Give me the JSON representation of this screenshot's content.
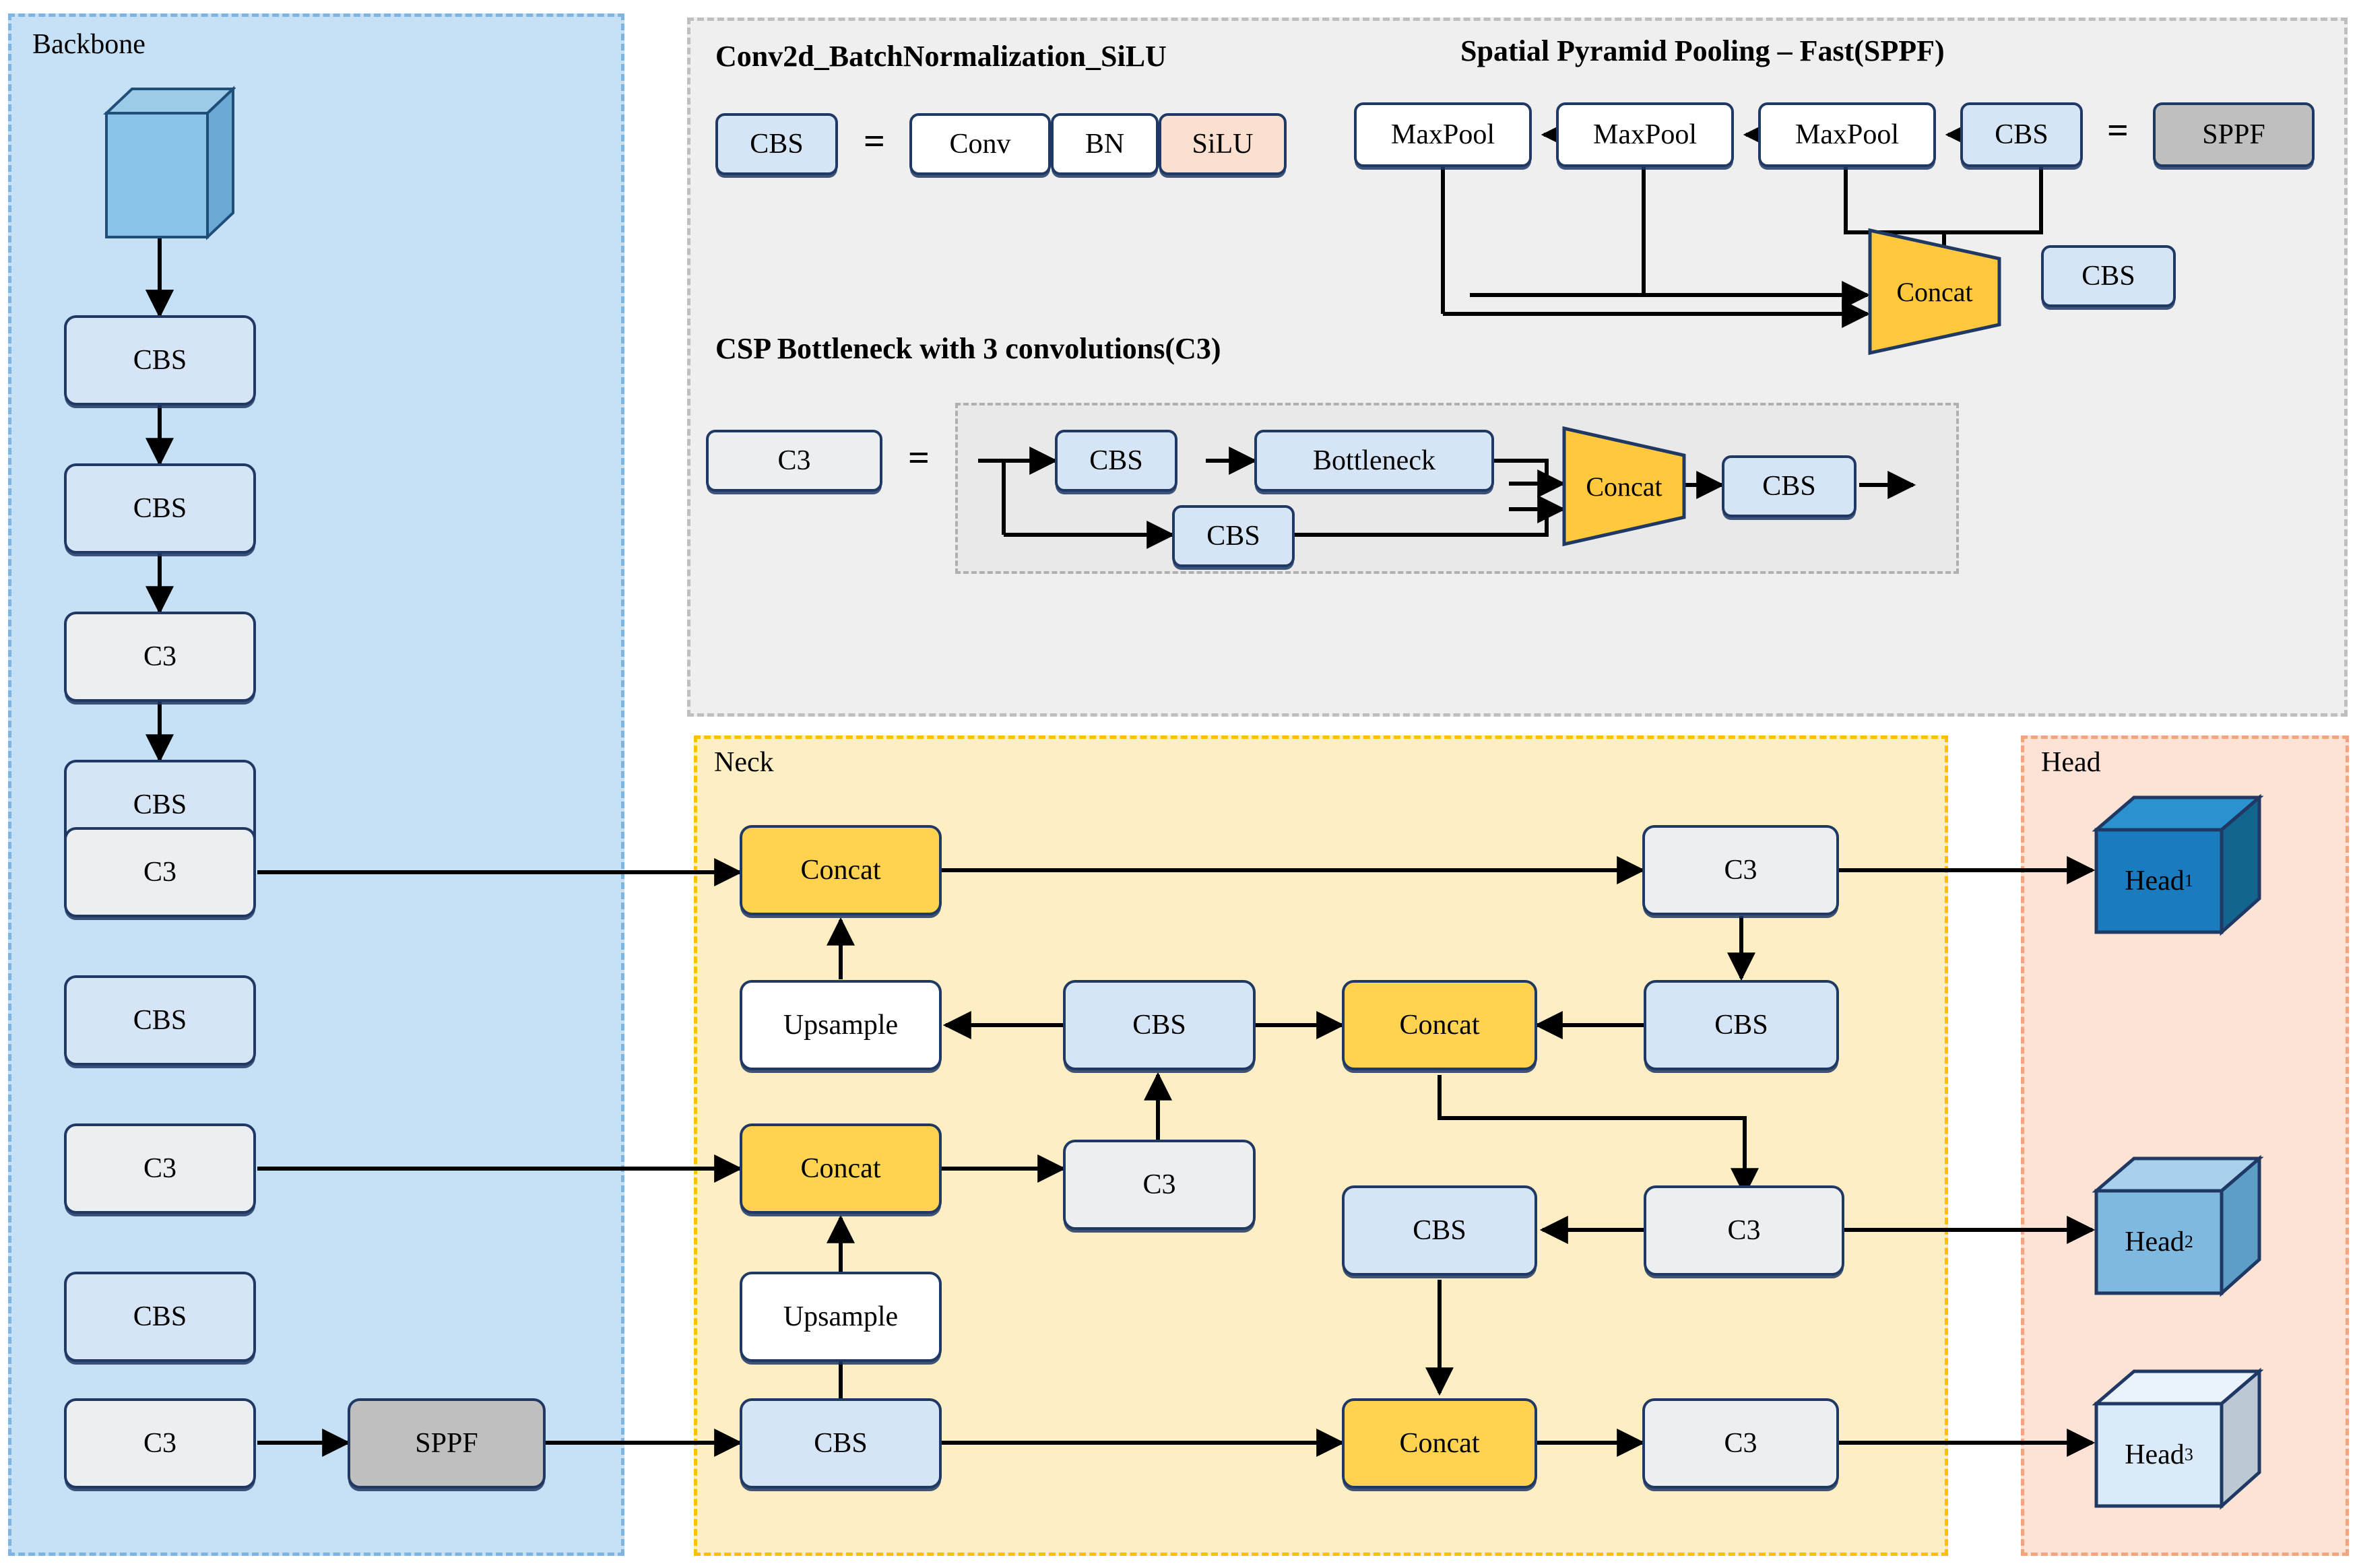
{
  "panels": {
    "backbone": {
      "label": "Backbone",
      "bg": "#c6e0f5",
      "border": "#7eb4e2"
    },
    "legend": {
      "bg": "#efefef",
      "border": "#bfbfbf"
    },
    "neck": {
      "label": "Neck",
      "bg": "#fdeec4",
      "border": "#ffc000"
    },
    "head": {
      "label": "Head",
      "bg": "#fce3d6",
      "border": "#f4a580"
    }
  },
  "legend": {
    "cbs_title": "Conv2d_BatchNormalization_SiLU",
    "sppf_title": "Spatial Pyramid Pooling – Fast(SPPF)",
    "c3_title": "CSP Bottleneck with 3 convolutions(C3)",
    "equals": "=",
    "cbs_def": {
      "lhs": "CBS",
      "parts": [
        "Conv",
        "BN",
        "SiLU"
      ]
    },
    "sppf_def": {
      "maxpool1": "MaxPool",
      "maxpool2": "MaxPool",
      "maxpool3": "MaxPool",
      "cbs_in": "CBS",
      "concat": "Concat",
      "cbs_out": "CBS",
      "rhs": "SPPF"
    },
    "c3_def": {
      "lhs": "C3",
      "cbs_top": "CBS",
      "bottleneck": "Bottleneck",
      "cbs_bottom": "CBS",
      "concat": "Concat",
      "cbs_out": "CBS"
    }
  },
  "backbone": {
    "input_cube": "",
    "nodes": [
      {
        "label": "CBS",
        "type": "cbs"
      },
      {
        "label": "CBS",
        "type": "cbs"
      },
      {
        "label": "C3",
        "type": "c3"
      },
      {
        "label": "CBS",
        "type": "cbs"
      },
      {
        "label": "C3",
        "type": "c3"
      },
      {
        "label": "CBS",
        "type": "cbs"
      },
      {
        "label": "C3",
        "type": "c3"
      },
      {
        "label": "CBS",
        "type": "cbs"
      },
      {
        "label": "C3",
        "type": "c3"
      }
    ],
    "sppf": "SPPF"
  },
  "neck": {
    "concat_top": "Concat",
    "c3_top": "C3",
    "upsample_top": "Upsample",
    "cbs_mid_left": "CBS",
    "concat_mid_right": "Concat",
    "cbs_mid_right": "CBS",
    "concat_mid_left": "Concat",
    "c3_mid_left": "C3",
    "upsample_bottom": "Upsample",
    "cbs_bottom_left": "CBS",
    "cbs_low_mid": "CBS",
    "c3_mid_right": "C3",
    "concat_bottom": "Concat",
    "c3_bottom": "C3"
  },
  "head": {
    "items": [
      {
        "label": "Head",
        "sup": "1",
        "color": "#1a7bbf"
      },
      {
        "label": "Head",
        "sup": "2",
        "color": "#7fb9e0"
      },
      {
        "label": "Head",
        "sup": "3",
        "color": "#dbeaf8"
      }
    ]
  }
}
